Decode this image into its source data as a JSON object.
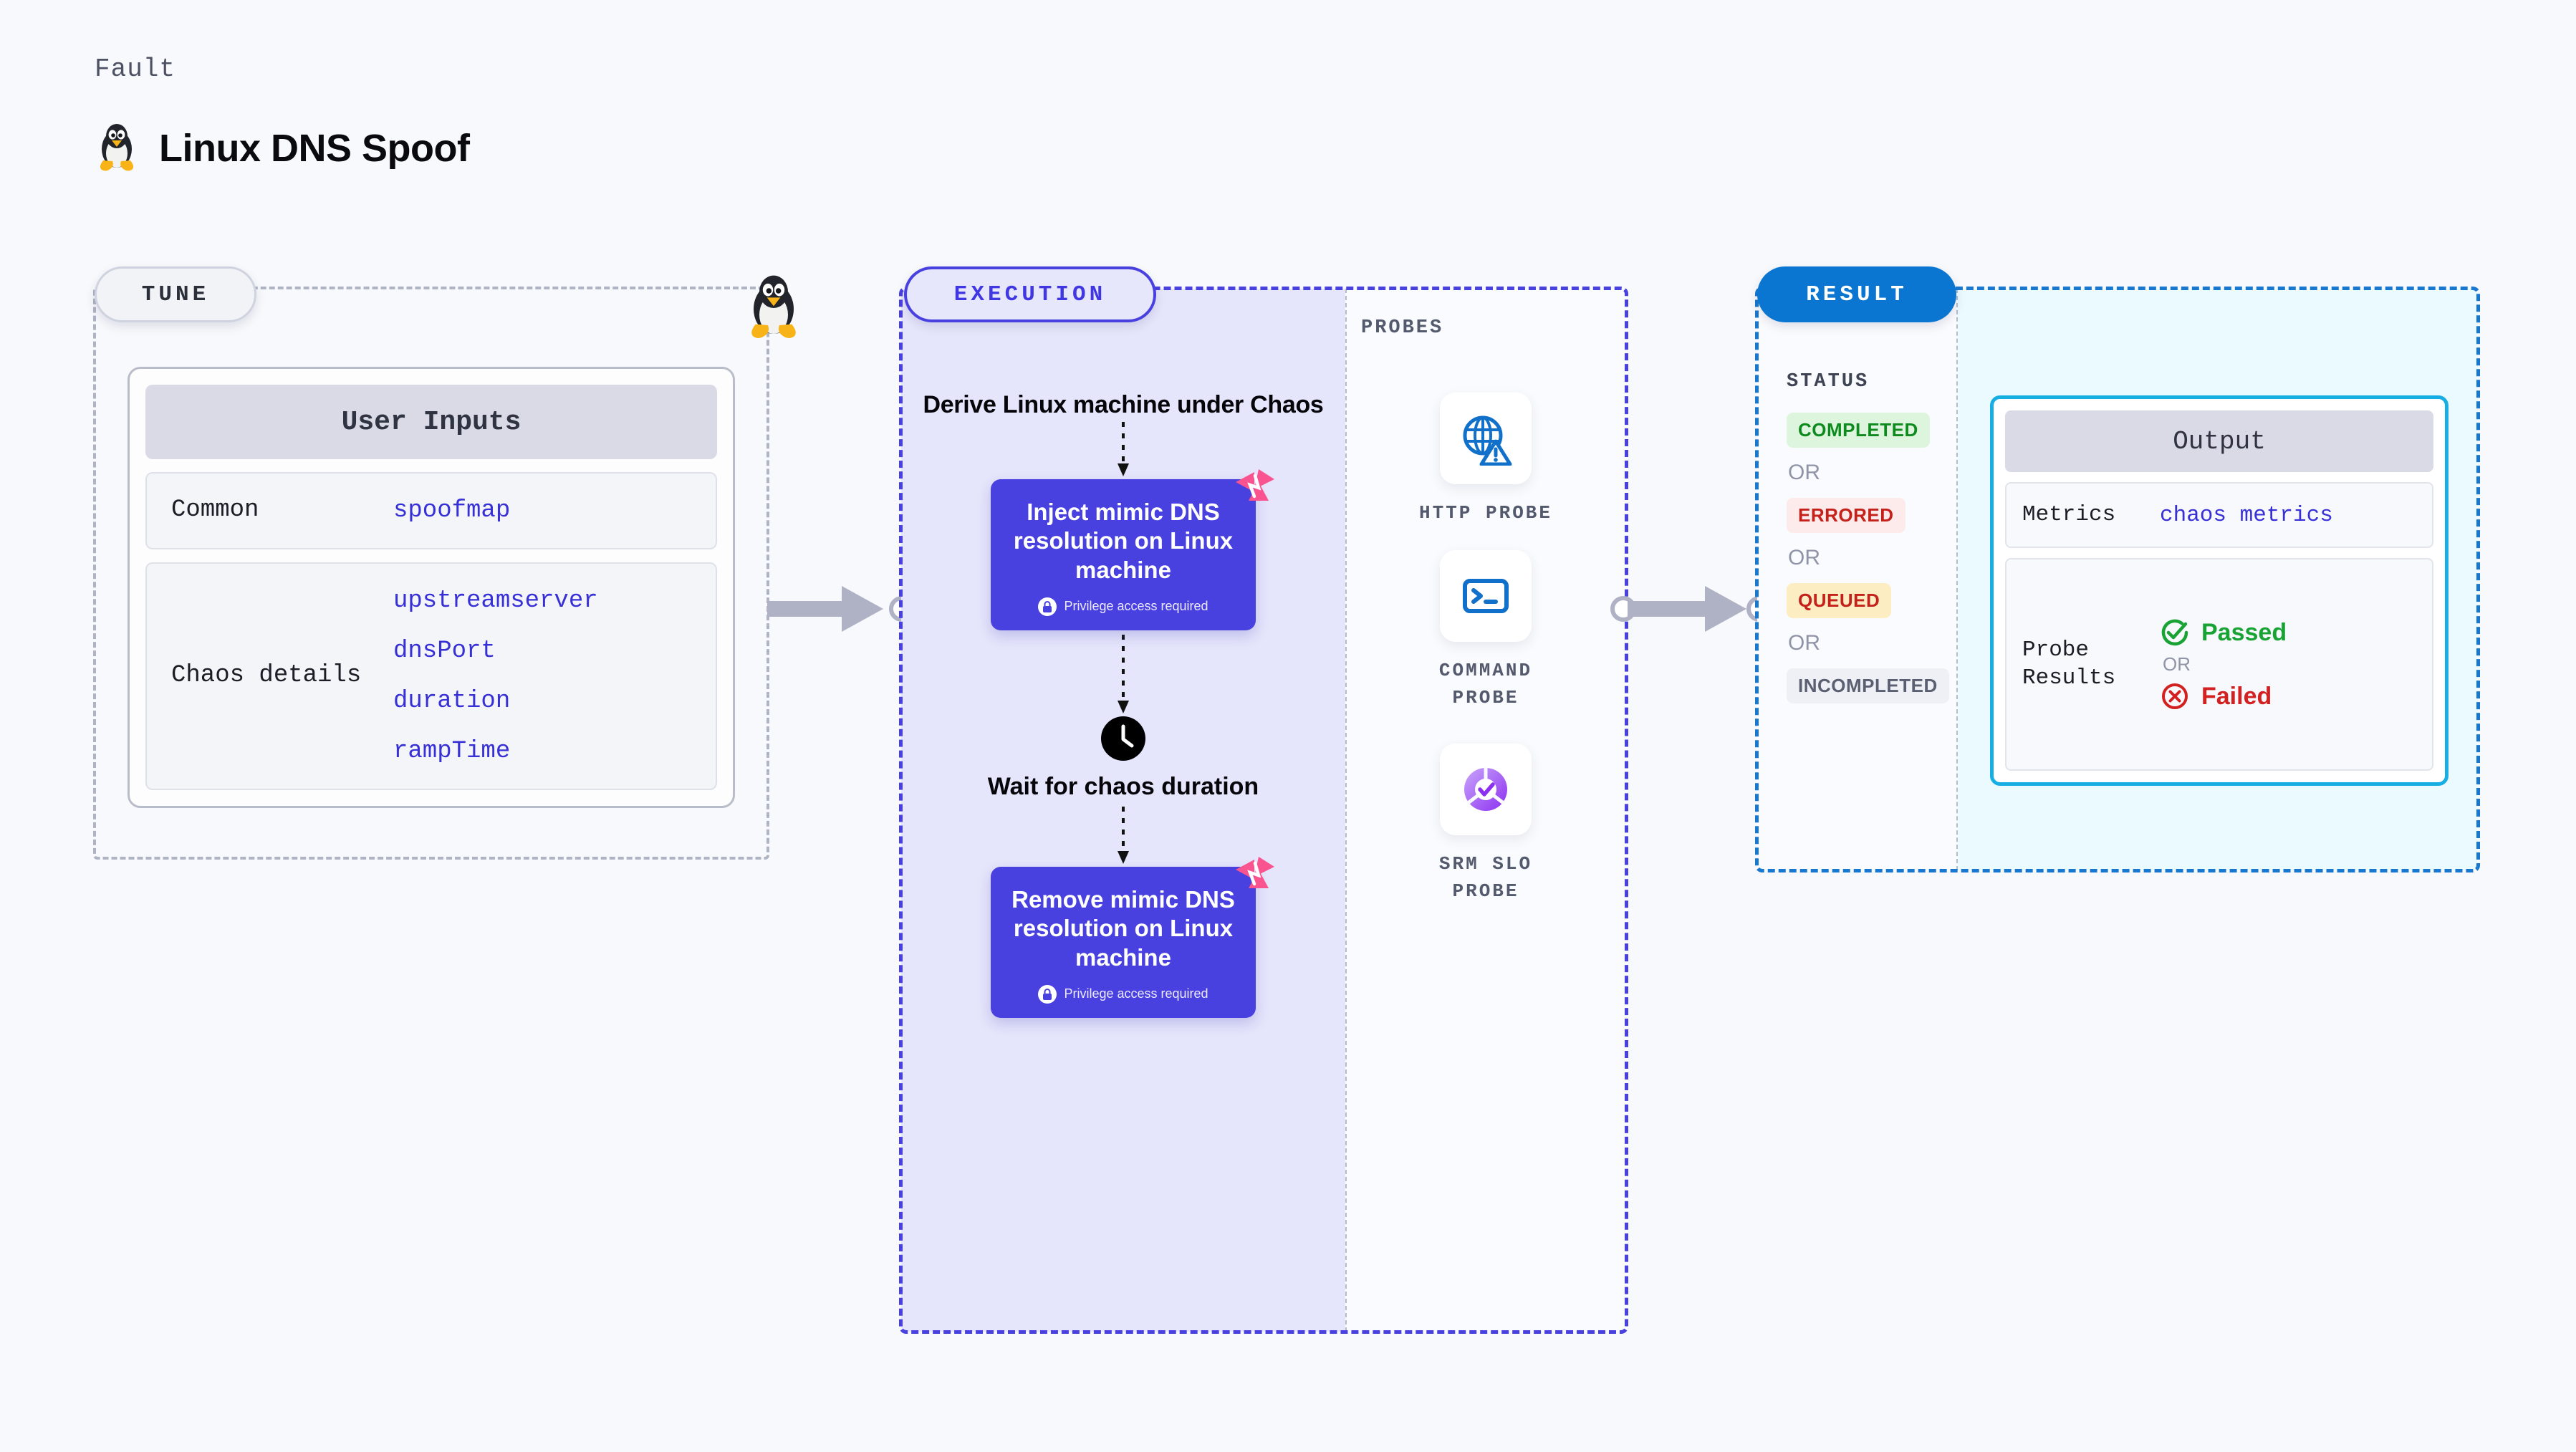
{
  "header": {
    "kicker": "Fault",
    "title": "Linux DNS Spoof",
    "icon": "linux-penguin-icon"
  },
  "tune": {
    "pill_label": "TUNE",
    "card_title": "User Inputs",
    "rows": [
      {
        "label": "Common",
        "values": [
          "spoofmap"
        ]
      },
      {
        "label": "Chaos details",
        "values": [
          "upstreamserver",
          "dnsPort",
          "duration",
          "rampTime"
        ]
      }
    ]
  },
  "execution": {
    "pill_label": "EXECUTION",
    "derive_title": "Derive Linux machine under Chaos",
    "inject_card": {
      "title": "Inject mimic DNS resolution on Linux machine",
      "note": "Privilege access required",
      "note_icon": "lock-icon",
      "badge_icon": "litmus-chaos-icon"
    },
    "wait_node": {
      "icon": "clock-icon",
      "label": "Wait for chaos duration"
    },
    "remove_card": {
      "title": "Remove mimic DNS resolution on Linux machine",
      "note": "Privilege access required",
      "note_icon": "lock-icon",
      "badge_icon": "litmus-chaos-icon"
    }
  },
  "probes": {
    "section_label": "PROBES",
    "items": [
      {
        "label": "HTTP PROBE",
        "icon": "globe-warning-icon"
      },
      {
        "label": "COMMAND PROBE",
        "icon": "terminal-icon"
      },
      {
        "label": "SRM SLO PROBE",
        "icon": "slo-donut-check-icon"
      }
    ]
  },
  "result": {
    "pill_label": "RESULT",
    "status_label": "STATUS",
    "or_label": "OR",
    "statuses": [
      {
        "text": "COMPLETED",
        "bg": "#ddf5dd",
        "fg": "#0f8a1e"
      },
      {
        "text": "ERRORED",
        "bg": "#fdeaea",
        "fg": "#c4211b"
      },
      {
        "text": "QUEUED",
        "bg": "#fceec2",
        "fg": "#c4211b"
      },
      {
        "text": "INCOMPLETED",
        "bg": "#eef0f5",
        "fg": "#5a6072"
      }
    ],
    "output": {
      "card_title": "Output",
      "metrics_label": "Metrics",
      "metrics_value": "chaos metrics",
      "probe_results_label": "Probe Results",
      "passed_text": "Passed",
      "passed_icon": "check-circle-icon",
      "failed_text": "Failed",
      "failed_icon": "x-circle-icon",
      "or_label": "OR"
    }
  },
  "colors": {
    "execution_accent": "#4940e0",
    "result_accent": "#1878cf",
    "output_border": "#17aee4",
    "mono_value": "#3730d6",
    "passed": "#1aa335",
    "failed": "#d32020",
    "litmus_pink": "#f9548f"
  }
}
